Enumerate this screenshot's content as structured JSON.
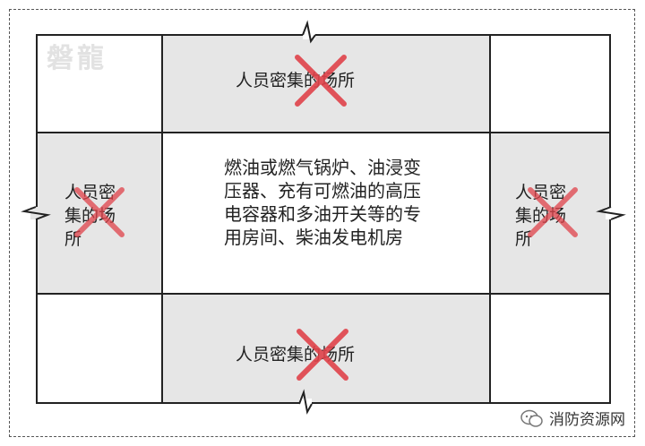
{
  "watermark": "磐龍",
  "top_room": {
    "label": "人员密集的场所"
  },
  "bottom_room": {
    "label": "人员密集的场所"
  },
  "left_room": {
    "label": "人员密集的场所"
  },
  "right_room": {
    "label": "人员密集的场所"
  },
  "center_room": {
    "label": "燃油或燃气锅炉、油浸变压器、充有可燃油的高压电容器和多油开关等的专用房间、柴油发电机房"
  },
  "footer": {
    "source": "消防资源网"
  },
  "colors": {
    "cross": "#e0434a",
    "grey_cell": "#e6e6e6"
  }
}
